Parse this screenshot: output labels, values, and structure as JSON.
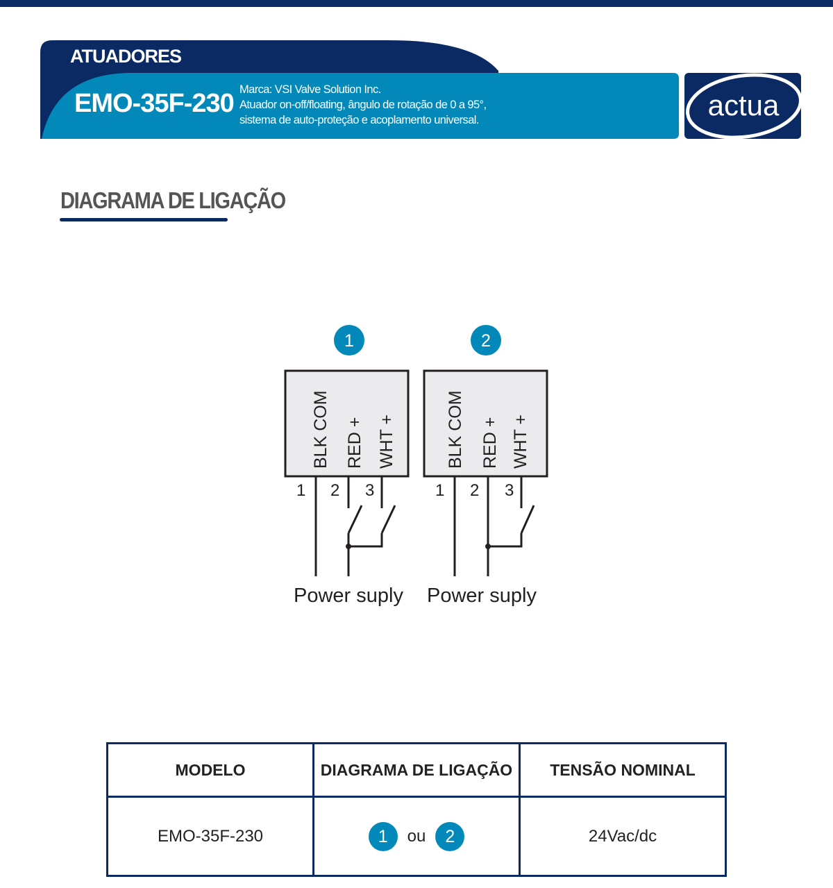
{
  "header": {
    "category": "ATUADORES",
    "model": "EMO-35F-230",
    "description": [
      "Marca: VSI Valve Solution Inc.",
      "Atuador on-off/floating, ângulo de rotação de 0 a 95°,",
      "sistema de auto-proteção e acoplamento universal."
    ],
    "logo": "actua"
  },
  "section": {
    "title": "DIAGRAMA DE LIGAÇÃO"
  },
  "diagrams": [
    {
      "number": "1",
      "labels": [
        "BLK COM",
        "RED +",
        "WHT +"
      ],
      "terminals": [
        "1",
        "2",
        "3"
      ],
      "caption": "Power suply"
    },
    {
      "number": "2",
      "labels": [
        "BLK COM",
        "RED +",
        "WHT +"
      ],
      "terminals": [
        "1",
        "2",
        "3"
      ],
      "caption": "Power suply"
    }
  ],
  "table": {
    "headers": [
      "MODELO",
      "DIAGRAMA DE LIGAÇÃO",
      "TENSÃO NOMINAL"
    ],
    "row": {
      "model": "EMO-35F-230",
      "diagram_a": "1",
      "separator": "ou",
      "diagram_b": "2",
      "voltage": "24Vac/dc"
    }
  },
  "colors": {
    "navy": "#0b2a63",
    "blue": "#0288b9"
  }
}
